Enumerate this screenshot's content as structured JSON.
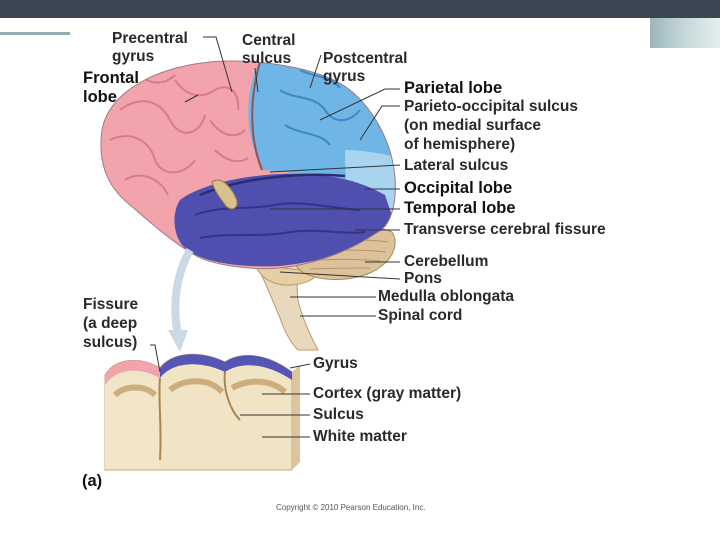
{
  "diagram": {
    "labels": {
      "precentral_gyrus_1": "Precentral",
      "precentral_gyrus_2": "gyrus",
      "central_sulcus_1": "Central",
      "central_sulcus_2": "sulcus",
      "postcentral_gyrus_1": "Postcentral",
      "postcentral_gyrus_2": "gyrus",
      "frontal_lobe_1": "Frontal",
      "frontal_lobe_2": "lobe",
      "parietal_lobe": "Parietal lobe",
      "parieto_occipital_1": "Parieto-occipital sulcus",
      "parieto_occipital_2": "(on medial surface",
      "parieto_occipital_3": "of hemisphere)",
      "lateral_sulcus": "Lateral sulcus",
      "occipital_lobe": "Occipital lobe",
      "temporal_lobe": "Temporal lobe",
      "transverse_fissure": "Transverse cerebral fissure",
      "cerebellum": "Cerebellum",
      "pons": "Pons",
      "medulla": "Medulla oblongata",
      "spinal_cord": "Spinal cord",
      "fissure_1": "Fissure",
      "fissure_2": "(a deep",
      "fissure_3": "sulcus)",
      "gyrus": "Gyrus",
      "cortex": "Cortex (gray matter)",
      "sulcus": "Sulcus",
      "white_matter": "White matter",
      "panel": "(a)"
    },
    "copyright": "Copyright © 2010 Pearson Education, Inc."
  },
  "colors": {
    "frontal": "#f2a3ab",
    "parietal": "#6fb6e6",
    "occipital": "#a9d4f0",
    "temporal": "#4f4fb0",
    "cerebellum": "#dcc29a",
    "brainstem": "#e8d8bd",
    "white_matter": "#f1e4c4",
    "gray_matter": "#e0c79c",
    "header_bar": "#3b4652"
  }
}
